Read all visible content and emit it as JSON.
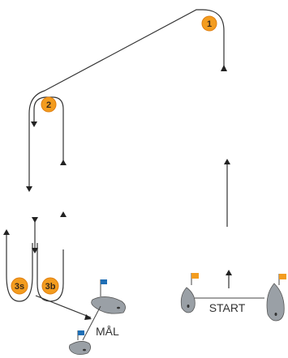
{
  "diagram": {
    "colors": {
      "buoy": "#f39c1f",
      "line": "#333333",
      "boat_hull": "#9aa0a6",
      "flag_orange": "#f39c1f",
      "flag_blue": "#1f6fb5"
    },
    "marks": [
      {
        "id": "mark-1",
        "label": "1"
      },
      {
        "id": "mark-2",
        "label": "2"
      },
      {
        "id": "mark-3s",
        "label": "3s"
      },
      {
        "id": "mark-3b",
        "label": "3b"
      }
    ],
    "labels": {
      "start": "START",
      "finish": "MÅL"
    },
    "icons": [
      "sailboat-icon",
      "flag-icon",
      "arrow-icon"
    ]
  }
}
